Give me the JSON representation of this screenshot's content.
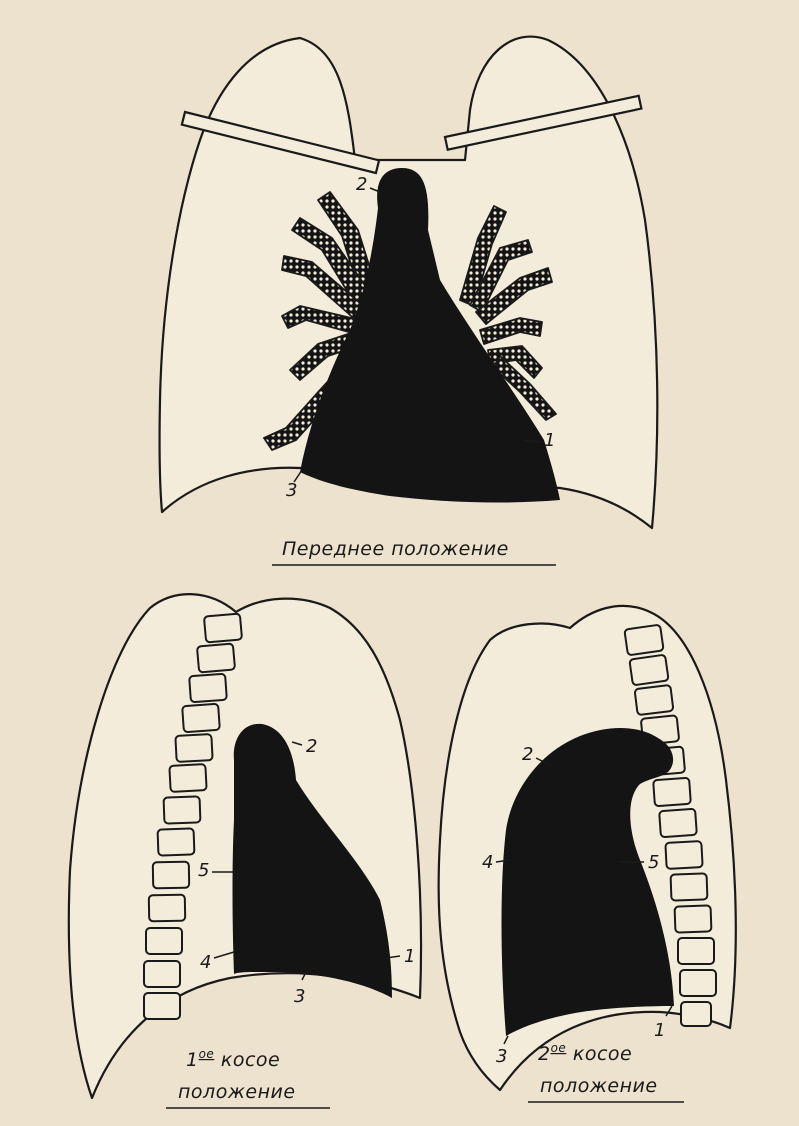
{
  "panels": {
    "frontal": {
      "caption": "Переднее положение",
      "labels": {
        "l1": "1",
        "l2": "2",
        "l3": "3"
      }
    },
    "oblique1": {
      "caption_num": "1",
      "caption_sup": "ое",
      "caption_rest": " косое",
      "caption_line2": "положение",
      "labels": {
        "l1": "1",
        "l2": "2",
        "l3": "3",
        "l4": "4",
        "l5": "5"
      }
    },
    "oblique2": {
      "caption_num": "2",
      "caption_sup": "ое",
      "caption_rest": " косое",
      "caption_line2": "положение",
      "labels": {
        "l1": "1",
        "l2": "2",
        "l3": "3",
        "l4": "4",
        "l5": "5"
      }
    }
  }
}
